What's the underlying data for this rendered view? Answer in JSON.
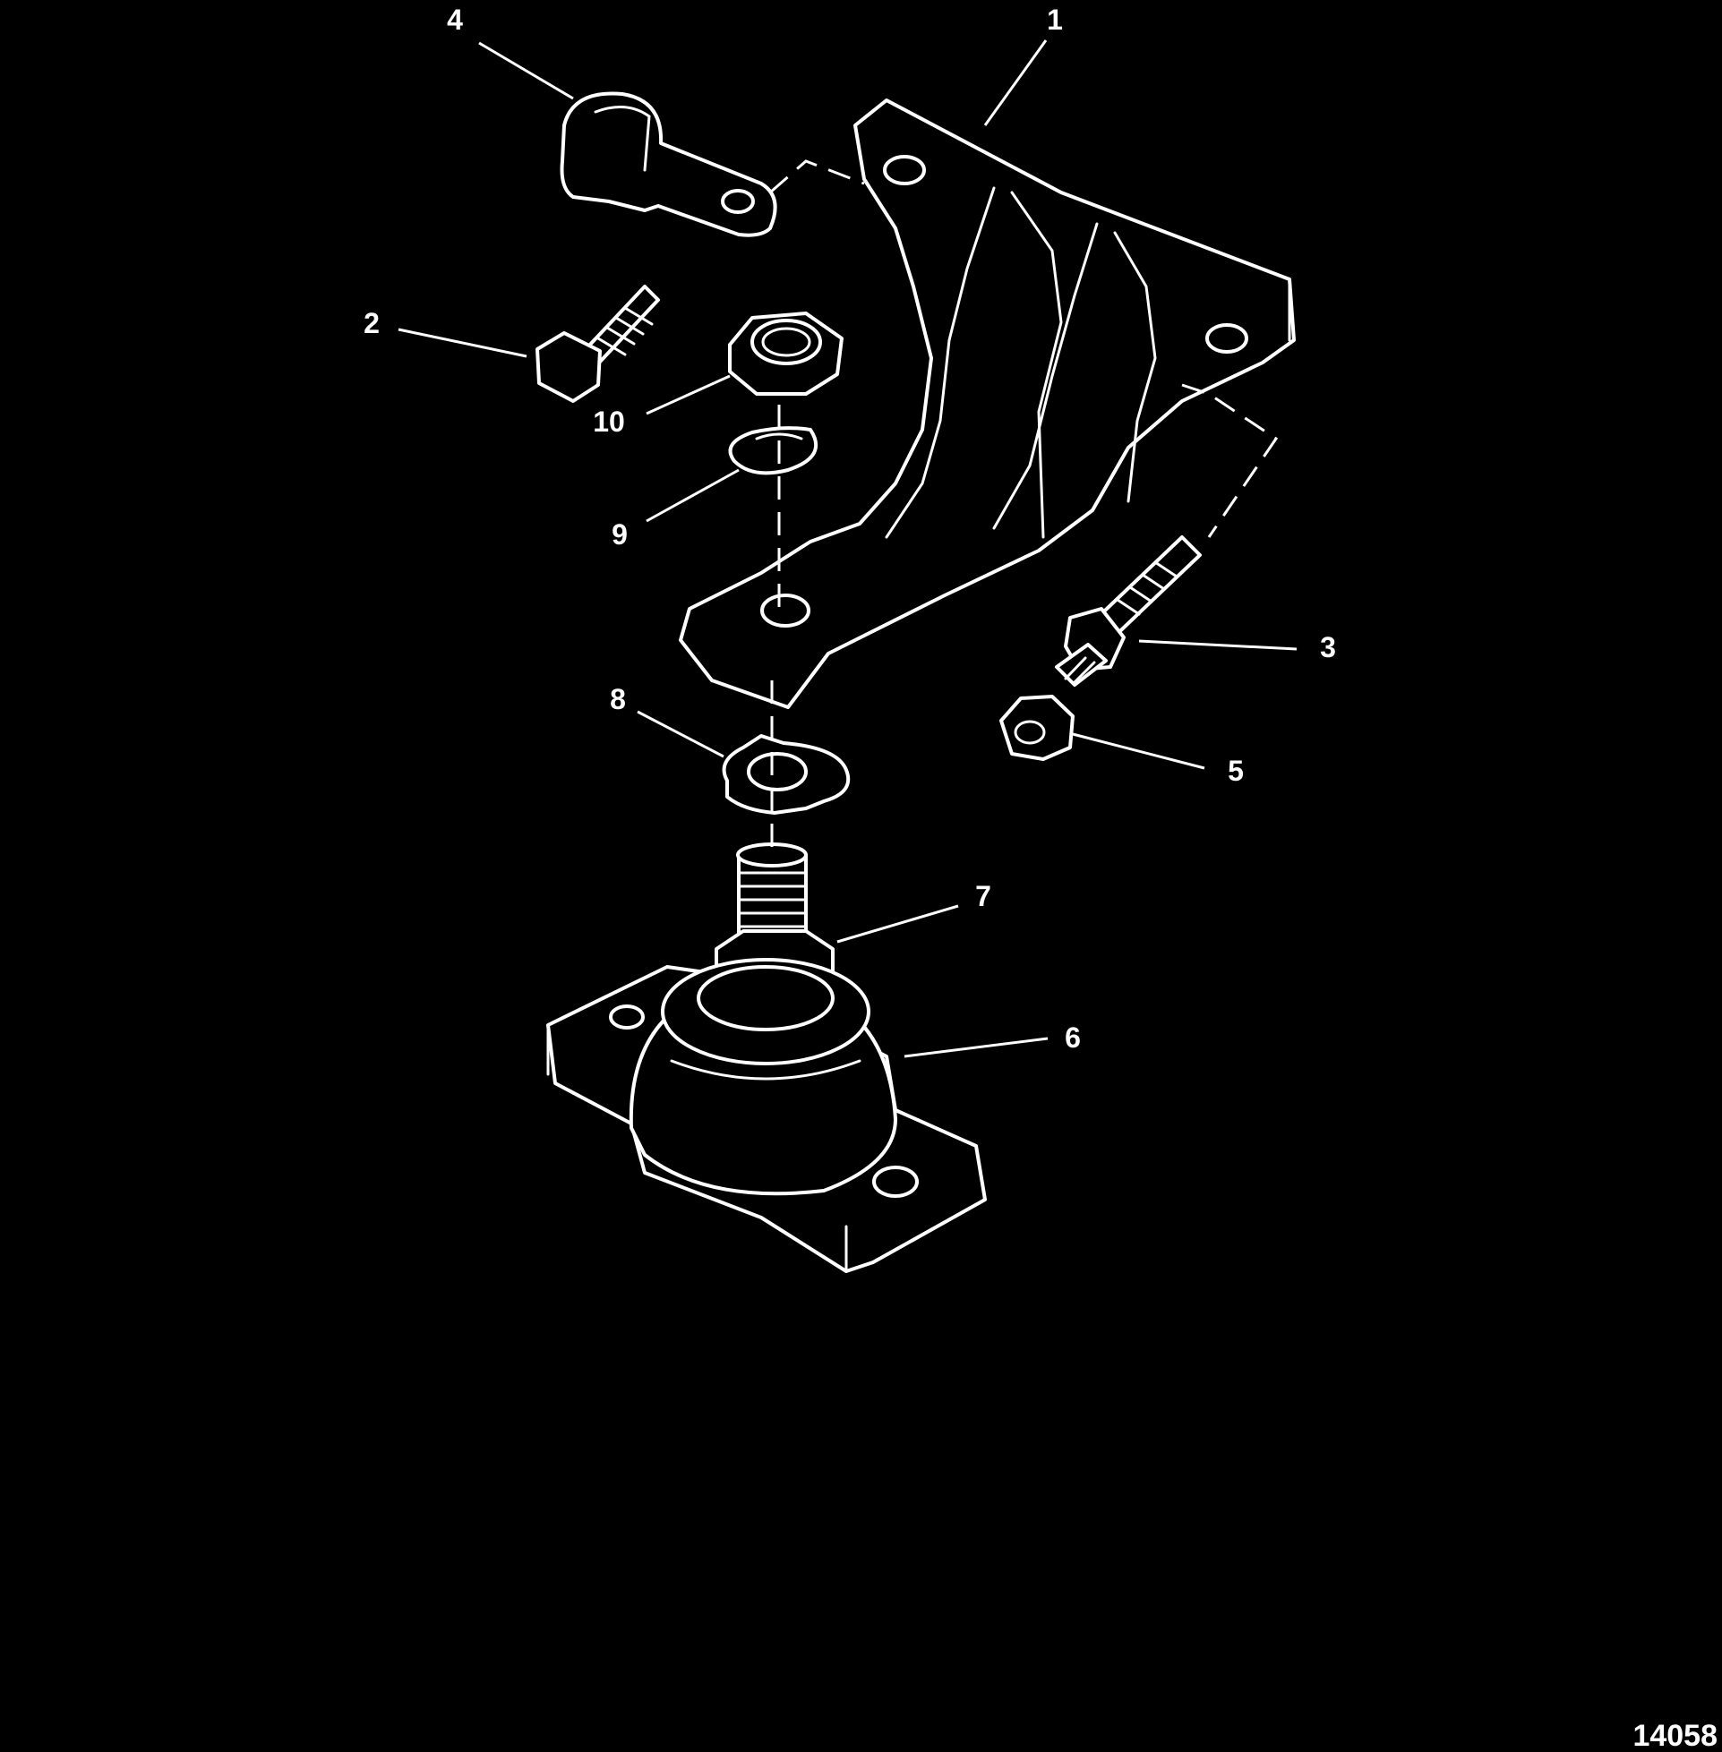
{
  "diagram": {
    "background": "#000000",
    "line_color": "#ffffff",
    "figure_number": "14058",
    "callouts": [
      {
        "id": "1",
        "label": "1"
      },
      {
        "id": "2",
        "label": "2"
      },
      {
        "id": "3",
        "label": "3"
      },
      {
        "id": "4",
        "label": "4"
      },
      {
        "id": "5",
        "label": "5"
      },
      {
        "id": "6",
        "label": "6"
      },
      {
        "id": "7",
        "label": "7"
      },
      {
        "id": "8",
        "label": "8"
      },
      {
        "id": "9",
        "label": "9"
      },
      {
        "id": "10",
        "label": "10"
      }
    ]
  }
}
